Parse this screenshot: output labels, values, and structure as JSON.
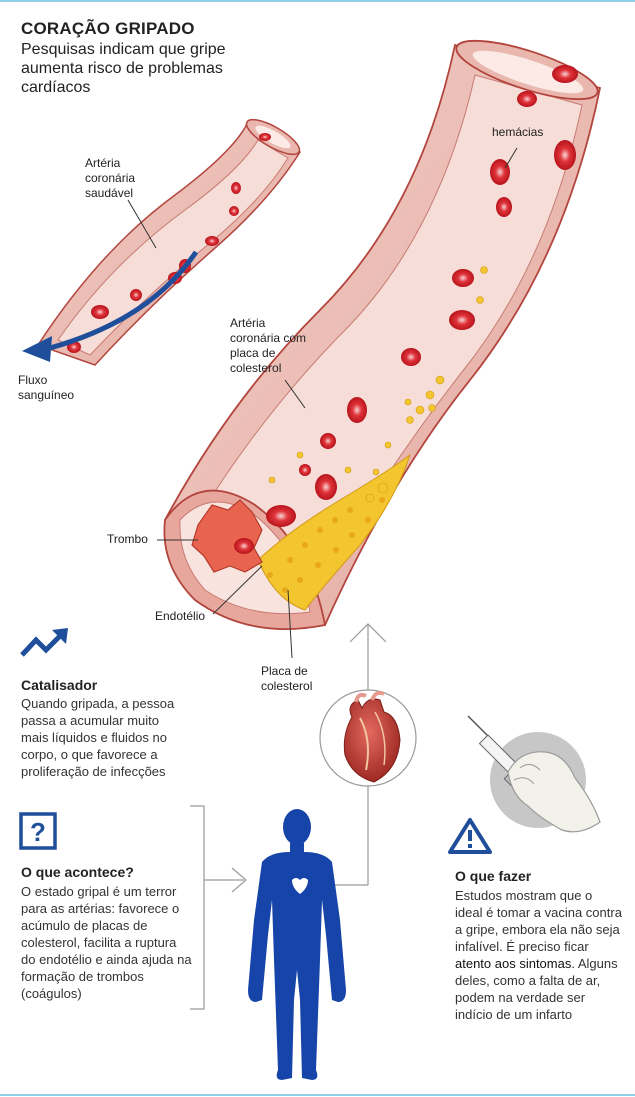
{
  "header": {
    "title": "CORAÇÃO GRIPADO",
    "subtitle": "Pesquisas indicam que gripe aumenta risco de problemas cardíacos"
  },
  "labels": {
    "healthy_artery": "Artéria coronária saudável",
    "blood_flow": "Fluxo sanguíneo",
    "red_cells": "hemácias",
    "plaque_artery": "Artéria coronária com placa de colesterol",
    "thrombus": "Trombo",
    "endothelium": "Endotélio",
    "plaque": "Placa de colesterol"
  },
  "sections": {
    "catalyst": {
      "icon": "trend-up-icon",
      "title": "Catalisador",
      "text": "Quando gripada, a pessoa passa a acumular muito mais líquidos e fluidos no corpo, o que favorece a proliferação de infecções"
    },
    "what_happens": {
      "icon": "question-icon",
      "title": "O que acontece?",
      "text": "O estado gripal é um terror para as artérias: favorece o acúmulo de placas de colesterol, facilita a ruptura do endotélio e ainda ajuda na formação de trombos (coágulos)"
    },
    "what_to_do": {
      "icon": "warning-icon",
      "title": "O que fazer",
      "text_before": "Estudos mostram que o ideal é tomar a vacina contra a gripe, embora ela não seja infalível. É preciso ficar ",
      "text_highlight": "atento aos sintomas",
      "text_after": ". Alguns deles, como a falta de ar, podem na verdade ser indício de um infarto"
    }
  },
  "colors": {
    "artery_wall": "#e9b7ae",
    "artery_inner": "#f6ddd7",
    "artery_edge": "#b2453d",
    "blood_cell": "#d21f26",
    "plaque": "#f3c52f",
    "flow_arrow": "#1f4e9b",
    "body_blue": "#1744a8",
    "line_gray": "#9a9a9a"
  }
}
